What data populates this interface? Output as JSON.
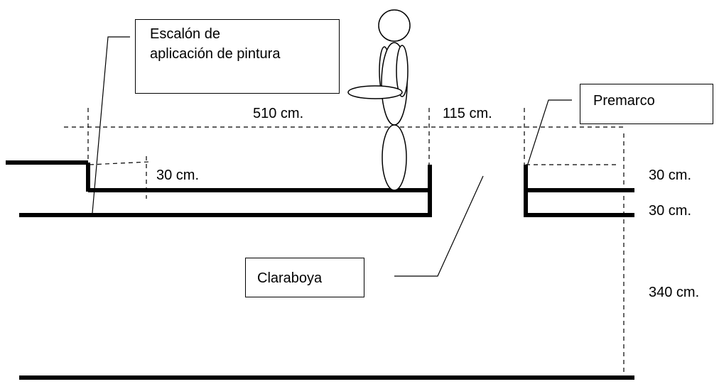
{
  "labels": {
    "escalon_line1": "Escalón de",
    "escalon_line2": "aplicación de pintura",
    "premarco": "Premarco",
    "claraboya": "Claraboya"
  },
  "dimensions": {
    "top_width": "510 cm.",
    "gap_width": "115 cm.",
    "left_step_height": "30 cm.",
    "right_top_height": "30 cm.",
    "right_bottom_height": "30 cm.",
    "total_height": "340 cm."
  },
  "colors": {
    "ink": "#000000",
    "background": "#ffffff"
  }
}
